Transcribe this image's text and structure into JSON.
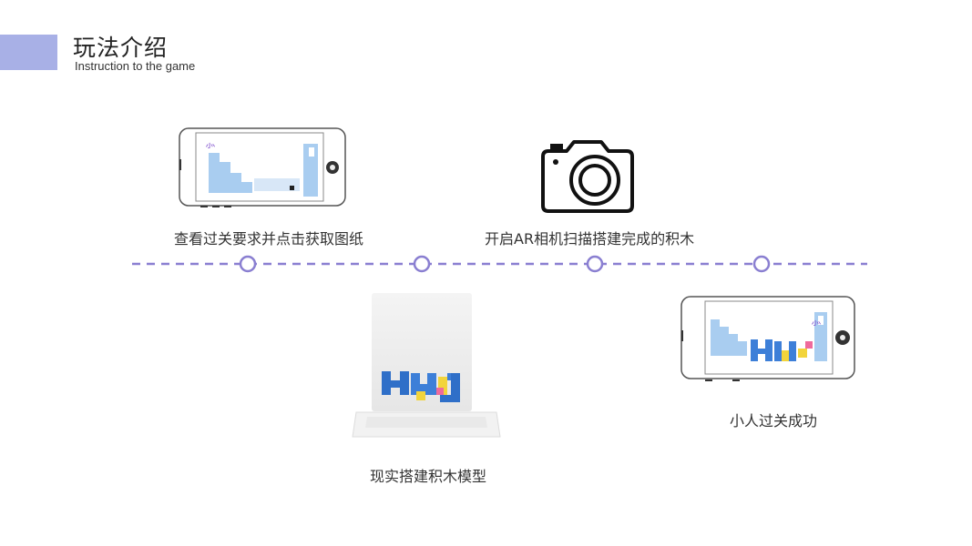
{
  "header": {
    "title": "玩法介绍",
    "subtitle": "Instruction to the game"
  },
  "steps": [
    {
      "label": "查看过关要求并点击获取图纸",
      "icon": "phone-game-icon"
    },
    {
      "label": "开启AR相机扫描搭建完成的积木",
      "icon": "camera-icon"
    },
    {
      "label": "现实搭建积木模型",
      "icon": "block-model-icon"
    },
    {
      "label": "小人过关成功",
      "icon": "phone-success-icon"
    }
  ],
  "colors": {
    "accent": "#a8b0e6",
    "timeline": "#8a7fd1",
    "block_blue": "#3d7fd8",
    "block_light": "#a9cdf0",
    "block_yellow": "#f2d43b",
    "block_pink": "#ef6a9c"
  }
}
